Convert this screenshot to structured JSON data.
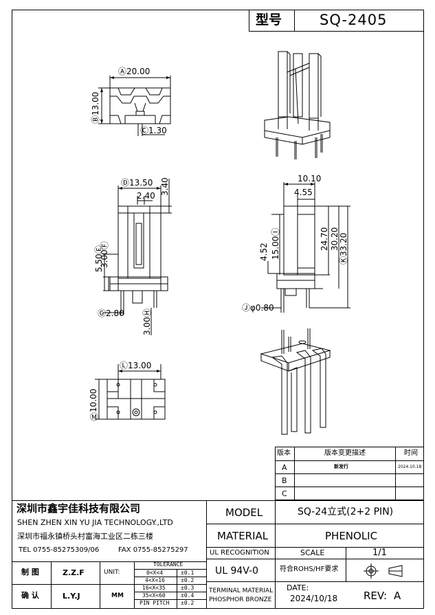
{
  "header": {
    "type_label": "型号",
    "model_code": "SQ-2405"
  },
  "dims": {
    "top_view": {
      "width": "Ⓐ20.00",
      "height": "Ⓑ13.00",
      "slot": "Ⓒ1.30"
    },
    "front_view": {
      "width": "Ⓓ13.50",
      "inner": "2.40",
      "top": "3.40",
      "e": "5.50Ⓔ",
      "f": "3.00Ⓕ",
      "g": "Ⓖ2.80",
      "h": "3.00Ⓗ"
    },
    "side_view": {
      "w1": "10.10",
      "w2": "4.55",
      "d1": "4.52",
      "i": "15.00Ⓘ",
      "d2": "24.70",
      "d3": "30.20",
      "k": "Ⓚ33.20",
      "j": "Ⓙφ0.80"
    },
    "bottom_view": {
      "width": "Ⓛ13.00",
      "height": "10.00",
      "m": "Ⓜ"
    }
  },
  "revision_table": {
    "headers": [
      "版本",
      "版本变更描述",
      "时间"
    ],
    "rows": [
      {
        "ver": "A",
        "desc": "新发行",
        "date": "2024.10.18"
      },
      {
        "ver": "B",
        "desc": "",
        "date": ""
      },
      {
        "ver": "C",
        "desc": "",
        "date": ""
      }
    ]
  },
  "company": {
    "name_cn": "深圳市鑫宇佳科技有限公司",
    "name_en": "SHEN ZHEN XIN YU JIA TECHNOLOGY.,LTD",
    "address": "深圳市福永镇桥头村富海工业区二栋三楼",
    "tel": "TEL 0755-85275309/06",
    "fax": "FAX 0755-85275297"
  },
  "signoff": {
    "draw_label": "制 图",
    "draw_name": "Z.Z.F",
    "confirm_label": "确 认",
    "confirm_name": "L.Y.J",
    "unit_label": "UNIT:",
    "unit_value": "MM"
  },
  "tolerance": {
    "title": "TOLERANCE",
    "rows": [
      {
        "range": "0<X<4",
        "value": "±0.1"
      },
      {
        "range": "4<X<16",
        "value": "±0.2"
      },
      {
        "range": "16<X<35",
        "value": "±0.3"
      },
      {
        "range": "35<X<60",
        "value": "±0.4"
      },
      {
        "range": "PIN PITCH",
        "value": "±0.2"
      }
    ]
  },
  "spec": {
    "model_label": "MODEL",
    "model_value": "SQ-24立式(2+2 PIN)",
    "material_label": "MATERIAL",
    "material_value": "PHENOLIC",
    "ul_label": "UL RECOGNITION",
    "scale_label": "SCALE",
    "scale_value": "1/1",
    "ul_value": "UL 94V-0",
    "rohs": "符合ROHS/HF要求",
    "terminal_label": "TERMINAL MATERIAL",
    "terminal_value": "PHOSPHOR BRONZE",
    "date_label": "DATE:",
    "date_value": "2024/10/18",
    "rev_label": "REV:",
    "rev_value": "A"
  }
}
